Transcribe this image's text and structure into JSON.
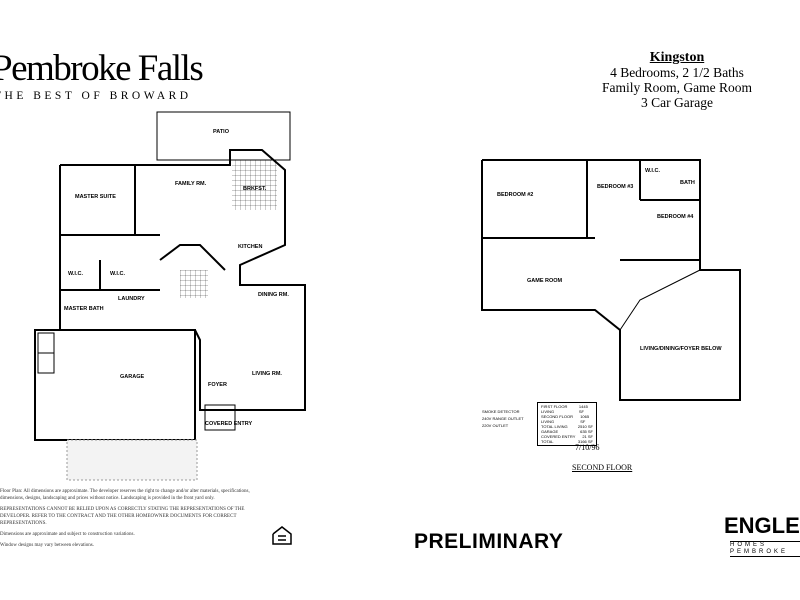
{
  "brand": {
    "name": "Pembroke Falls",
    "tagline": "THE BEST OF BROWARD"
  },
  "model": {
    "name": "Kingston",
    "line1": "4 Bedrooms, 2 1/2 Baths",
    "line2": "Family Room, Game Room",
    "line3": "3 Car Garage"
  },
  "first_floor_rooms": [
    "PATIO",
    "MASTER SUITE",
    "FAMILY RM.",
    "BRKFST.",
    "KITCHEN",
    "W.I.C.",
    "W.I.C.",
    "MASTER BATH",
    "LAUNDRY",
    "GARAGE",
    "DINING RM.",
    "LIVING RM.",
    "FOYER",
    "COVERED ENTRY"
  ],
  "second_floor_rooms": [
    "BEDROOM #2",
    "BEDROOM #3",
    "BEDROOM #4",
    "BATH",
    "W.I.C.",
    "GAME ROOM",
    "LIVING/DINING/FOYER BELOW"
  ],
  "legend": [
    "SMOKE DETECTOR",
    "240V RANGE OUTLET",
    "220V OUTLET"
  ],
  "sqft_table": [
    [
      "FIRST FLOOR LIVING",
      "1445 SF"
    ],
    [
      "SECOND FLOOR LIVING",
      "1065 SF"
    ],
    [
      "TOTAL LIVING",
      "2510 SF"
    ],
    [
      "GARAGE",
      "635 SF"
    ],
    [
      "COVERED ENTRY",
      "21 SF"
    ],
    [
      "TOTAL",
      "3166 SF"
    ]
  ],
  "date": "7/10/96",
  "floor_label": "SECOND FLOOR",
  "disclaimer": [
    "Floor Plan: All dimensions are approximate. The developer reserves the right to change and/or alter materials, specifications, dimensions, designs, landscaping and prices without notice. Landscaping is provided in the front yard only.",
    "REPRESENTATIONS CANNOT BE RELIED UPON AS CORRECTLY STATING THE REPRESENTATIONS OF THE DEVELOPER. REFER TO THE CONTRACT AND THE OTHER HOMEOWNER DOCUMENTS FOR CORRECT REPRESENTATIONS.",
    "Dimensions are approximate and subject to construction variations.",
    "Window designs may vary between elevations."
  ],
  "stamp": "PRELIMINARY",
  "builder": {
    "name": "ENGLE",
    "sub": "HOMES PEMBROKE"
  }
}
